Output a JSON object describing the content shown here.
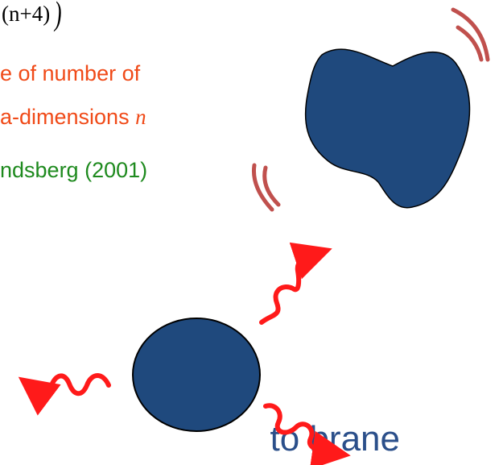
{
  "formula_fragment": "(n+4)",
  "note_red": {
    "line1": "e of number of",
    "line2_prefix": "a-dimensions ",
    "line2_var": "n"
  },
  "note_green": "ndsberg (2001)",
  "bottom_text": "to brane",
  "colors": {
    "blob_fill": "#1f497d",
    "emission_arcs": "#c0504d",
    "wavy_arrows": "#ff1a1a",
    "red_text": "#f04a18",
    "green_text": "#1e8a1e",
    "bottom_text": "#2b4f8a"
  }
}
